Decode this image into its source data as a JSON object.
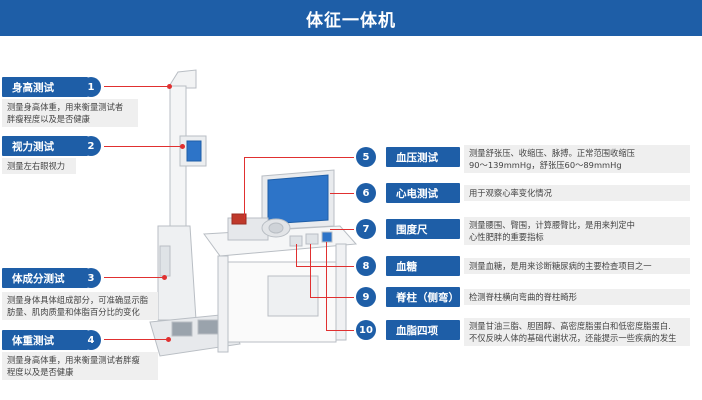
{
  "title": "体征一体机",
  "features": [
    {
      "num": "1",
      "label": "身高测试",
      "desc_lines": [
        "测量身高体重，用来衡量测试者",
        "胖瘦程度以及是否健康"
      ]
    },
    {
      "num": "2",
      "label": "视力测试",
      "desc_lines": [
        "测量左右眼视力"
      ]
    },
    {
      "num": "3",
      "label": "体成分测试",
      "desc_lines": [
        "测量身体具体组成部分，可准确显示脂",
        "肪量、肌肉质量和体脂百分比的变化"
      ]
    },
    {
      "num": "4",
      "label": "体重测试",
      "desc_lines": [
        "测量身高体重，用来衡量测试者胖瘦",
        "程度以及是否健康"
      ]
    },
    {
      "num": "5",
      "label": "血压测试",
      "desc_lines": [
        "测量舒张压、收缩压、脉搏。正常范围收缩压",
        "90～139mmHg，舒张压60～89mmHg"
      ]
    },
    {
      "num": "6",
      "label": "心电测试",
      "desc_lines": [
        "用于观察心率变化情况"
      ]
    },
    {
      "num": "7",
      "label": "围度尺",
      "desc_lines": [
        "测量腰围、臀围，计算腰臀比，是用来判定中",
        "心性肥胖的重要指标"
      ]
    },
    {
      "num": "8",
      "label": "血糖",
      "desc_lines": [
        "测量血糖，是用来诊断糖尿病的主要检查项目之一"
      ]
    },
    {
      "num": "9",
      "label": "脊柱（侧弯）",
      "desc_lines": [
        "检测脊柱横向弯曲的脊柱畸形"
      ]
    },
    {
      "num": "10",
      "label": "血脂四项",
      "desc_lines": [
        "测量甘油三脂、胆固醇、高密度脂蛋白和低密度脂蛋白.",
        "不仅反映人体的基础代谢状况，还能提示一些疾病的发生"
      ]
    }
  ],
  "colors": {
    "accent": "#1e5ea7",
    "pointer": "#e03030",
    "desc_bg": "#efefef"
  }
}
